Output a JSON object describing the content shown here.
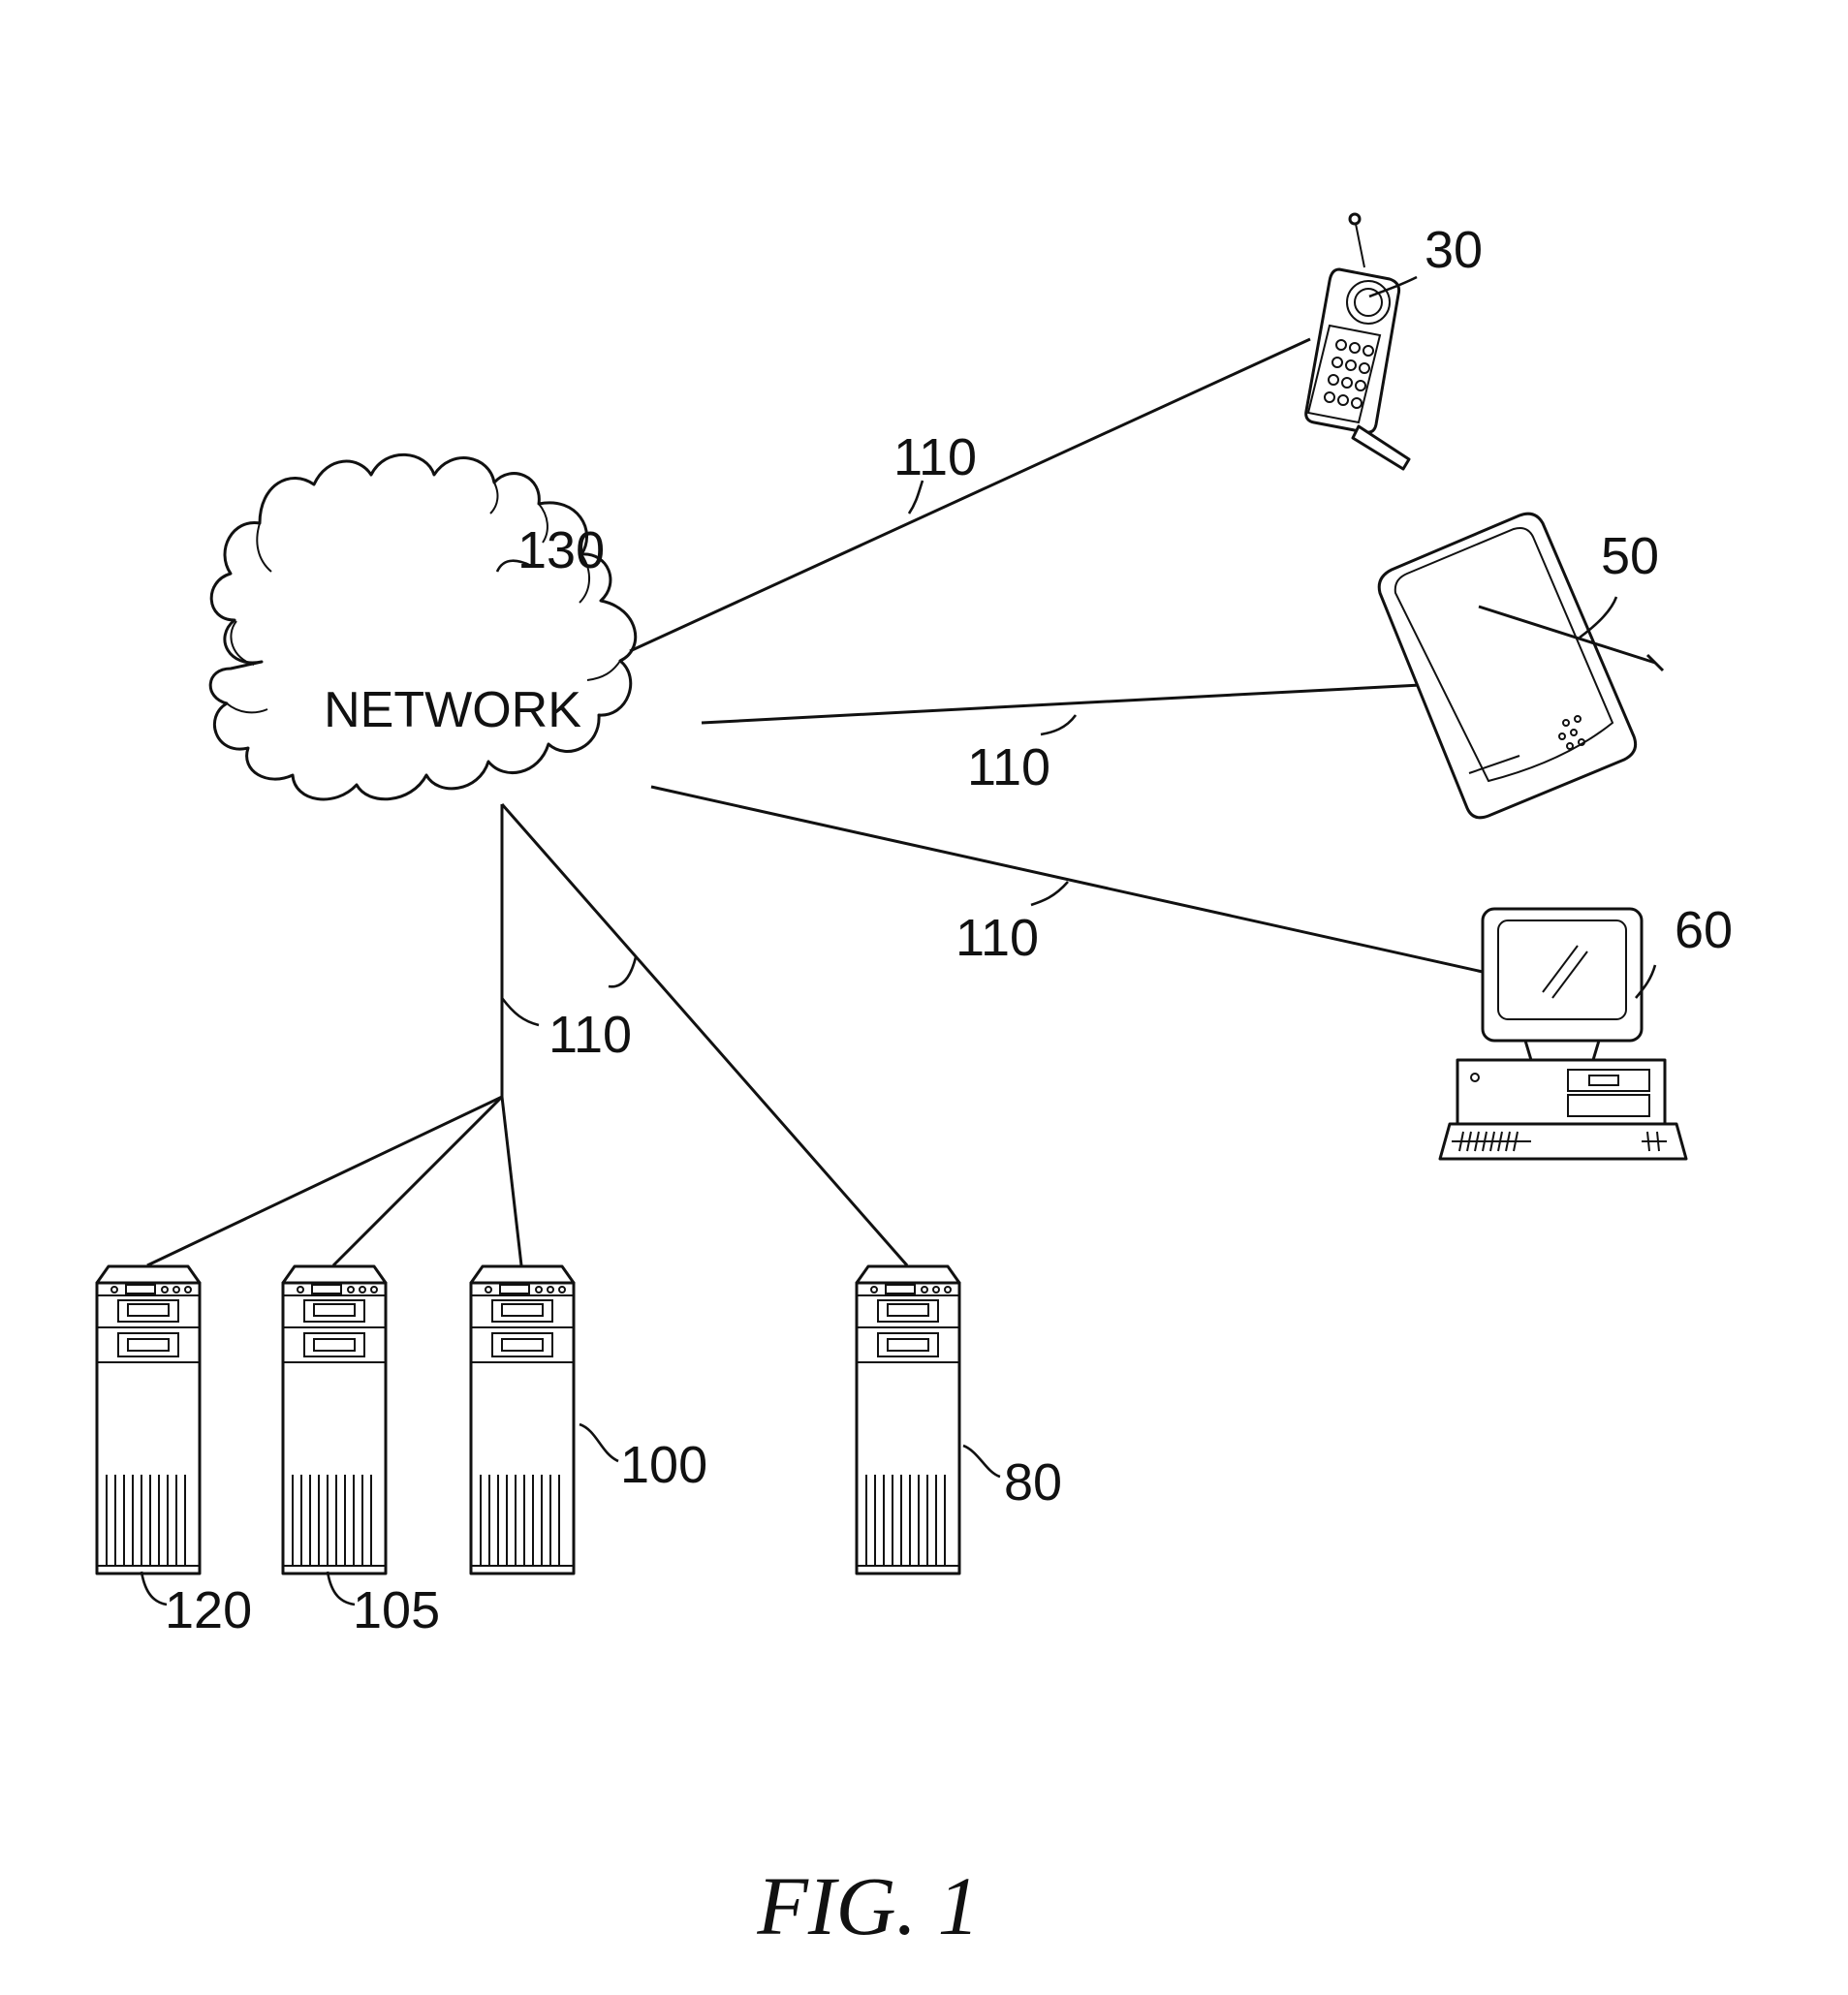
{
  "network": {
    "label": "NETWORK",
    "ref": "130"
  },
  "links": {
    "ref": "110"
  },
  "devices": {
    "phone": {
      "ref": "30"
    },
    "pda": {
      "ref": "50"
    },
    "desktop": {
      "ref": "60"
    },
    "server_80": {
      "ref": "80"
    },
    "server_100": {
      "ref": "100"
    },
    "server_105": {
      "ref": "105"
    },
    "server_120": {
      "ref": "120"
    }
  },
  "caption": "FIG. 1"
}
